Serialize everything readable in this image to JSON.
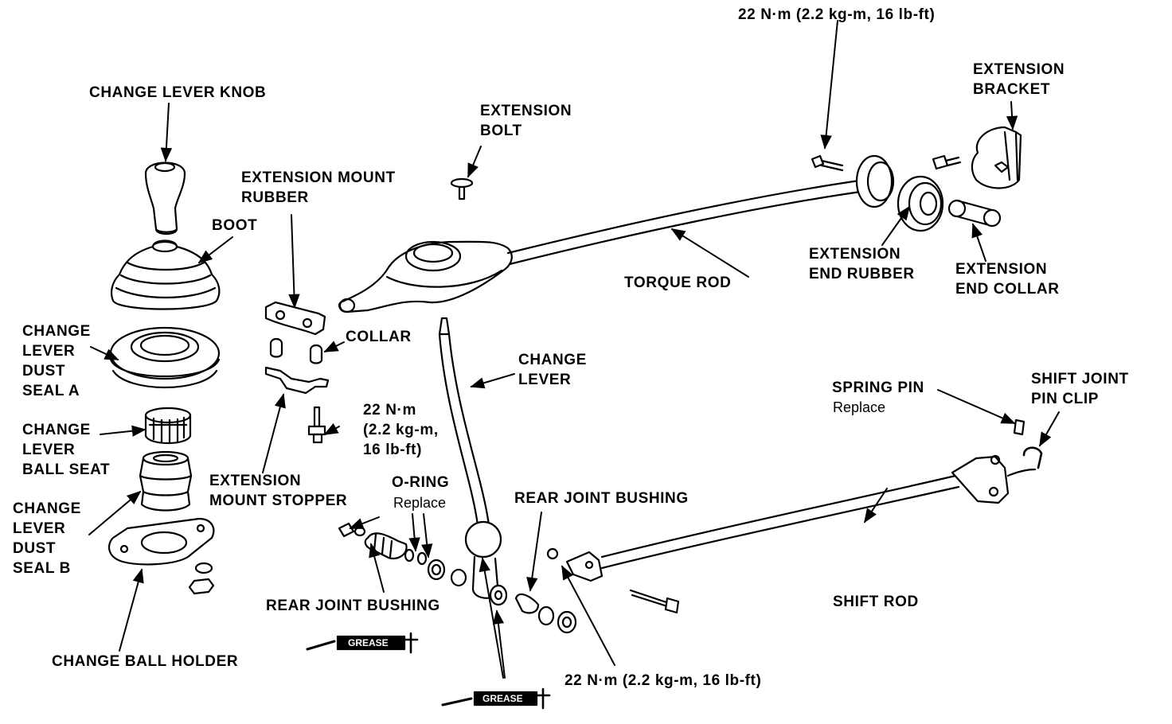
{
  "labels": {
    "change_lever_knob": "CHANGE LEVER KNOB",
    "boot": "BOOT",
    "dust_seal_a": [
      "CHANGE",
      "LEVER",
      "DUST",
      "SEAL A"
    ],
    "ball_seat": [
      "CHANGE",
      "LEVER",
      "BALL SEAT"
    ],
    "dust_seal_b": [
      "CHANGE",
      "LEVER",
      "DUST",
      "SEAL B"
    ],
    "change_ball_holder": "CHANGE BALL HOLDER",
    "extension_mount_rubber": [
      "EXTENSION MOUNT",
      "RUBBER"
    ],
    "collar": "COLLAR",
    "torque_small": [
      "22 N·m",
      "(2.2 kg-m,",
      "16 lb-ft)"
    ],
    "extension_mount_stopper": [
      "EXTENSION",
      "MOUNT STOPPER"
    ],
    "o_ring": "O-RING",
    "o_ring_note": "Replace",
    "rear_joint_bushing_left": "REAR JOINT BUSHING",
    "rear_joint_bushing_right": "REAR JOINT BUSHING",
    "extension_bolt": [
      "EXTENSION",
      "BOLT"
    ],
    "change_lever": [
      "CHANGE",
      "LEVER"
    ],
    "torque_top": "22 N·m (2.2 kg-m, 16 lb-ft)",
    "torque_bottom": "22 N·m (2.2 kg-m, 16 lb-ft)",
    "extension_bracket": [
      "EXTENSION",
      "BRACKET"
    ],
    "torque_rod": "TORQUE ROD",
    "extension_end_rubber": [
      "EXTENSION",
      "END RUBBER"
    ],
    "extension_end_collar": [
      "EXTENSION",
      "END COLLAR"
    ],
    "spring_pin": "SPRING PIN",
    "spring_pin_note": "Replace",
    "shift_joint_pin_clip": [
      "SHIFT JOINT",
      "PIN CLIP"
    ],
    "shift_rod": "SHIFT ROD",
    "grease_1": "GREASE",
    "grease_2": "GREASE"
  }
}
